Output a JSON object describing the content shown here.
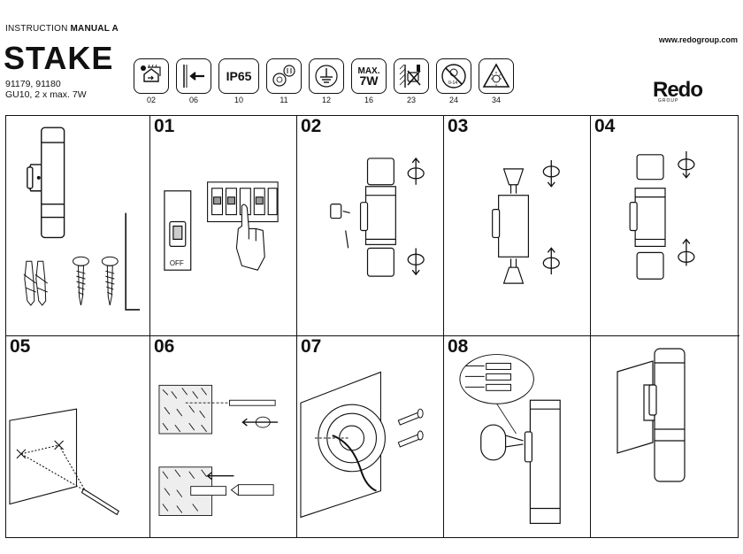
{
  "header": {
    "subtitle_prefix": "INSTRUCTION ",
    "subtitle_bold": "MANUAL A",
    "title": "STAKE",
    "codes_line1": "91179, 91180",
    "codes_line2": "GU10, 2 x max. 7W",
    "url": "www.redogroup.com",
    "brand": "Redo",
    "brand_sub": "GROUP"
  },
  "icons": [
    {
      "name": "outdoor-indoor-icon",
      "label": "02"
    },
    {
      "name": "wall-distance-icon",
      "label": "06"
    },
    {
      "name": "ip65-icon",
      "label": "10",
      "text": "IP65"
    },
    {
      "name": "led-bulb-icon",
      "label": "11"
    },
    {
      "name": "ground-icon",
      "label": "12"
    },
    {
      "name": "max-wattage-icon",
      "label": "16",
      "text_top": "MAX.",
      "text_bottom": "7W"
    },
    {
      "name": "no-insulation-icon",
      "label": "23"
    },
    {
      "name": "no-child-icon",
      "label": "24",
      "text": "0-14"
    },
    {
      "name": "hot-surface-icon",
      "label": "34"
    }
  ],
  "steps": [
    {
      "id": "parts",
      "number": ""
    },
    {
      "id": "01",
      "number": "01",
      "off_label": "OFF"
    },
    {
      "id": "02",
      "number": "02"
    },
    {
      "id": "03",
      "number": "03"
    },
    {
      "id": "04",
      "number": "04"
    },
    {
      "id": "05",
      "number": "05"
    },
    {
      "id": "06",
      "number": "06"
    },
    {
      "id": "07",
      "number": "07"
    },
    {
      "id": "08",
      "number": "08"
    },
    {
      "id": "final",
      "number": ""
    }
  ]
}
